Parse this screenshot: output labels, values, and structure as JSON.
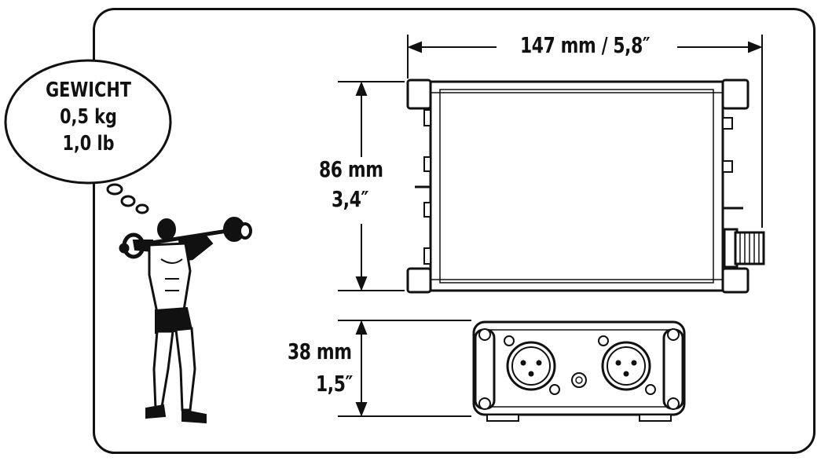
{
  "weight": {
    "title": "GEWICHT",
    "metric": "0,5 kg",
    "imperial": "1,0 lb"
  },
  "dimensions": {
    "width": "147 mm / 5,8″",
    "height_metric": "86 mm",
    "height_imperial": "3,4″",
    "depth_metric": "38 mm",
    "depth_imperial": "1,5″"
  },
  "icons": {
    "strongman": "strongman-lifting-barbell-icon",
    "device_top": "device-top-view",
    "device_front": "device-front-panel-xlr"
  },
  "colors": {
    "ink": "#111111",
    "background": "#ffffff"
  }
}
